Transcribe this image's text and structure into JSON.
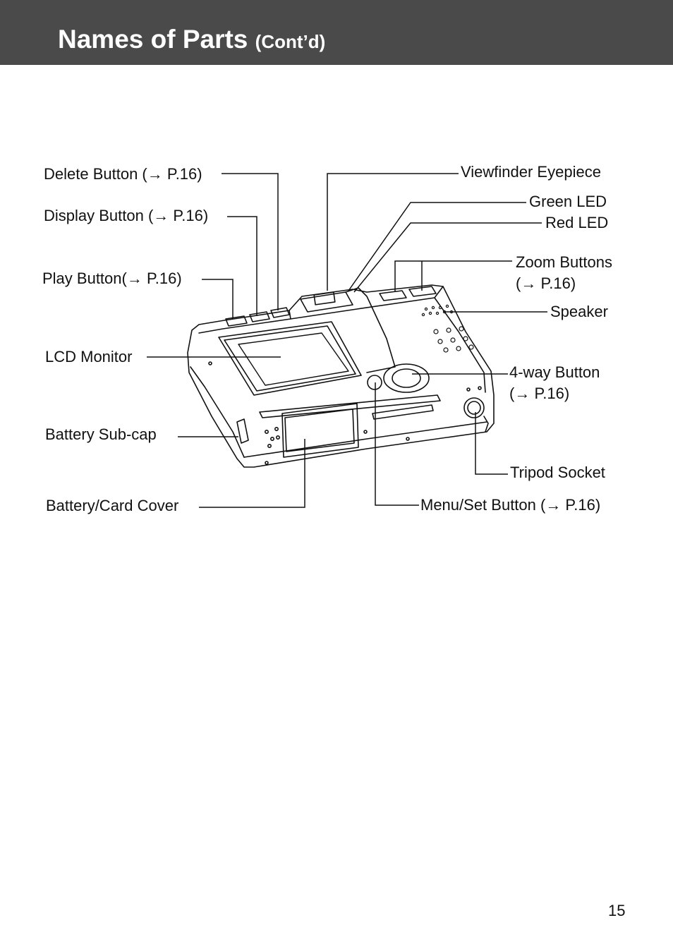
{
  "header": {
    "title": "Names of Parts",
    "subtitle": "(Cont’d)"
  },
  "labels": {
    "delete_button": "Delete Button (→ P.16)",
    "display_button": "Display Button (→ P.16)",
    "play_button": "Play Button(→ P.16)",
    "lcd_monitor": "LCD Monitor",
    "battery_sub_cap": "Battery Sub-cap",
    "battery_card_cover": "Battery/Card Cover",
    "viewfinder_eyepiece": "Viewfinder Eyepiece",
    "green_led": "Green LED",
    "red_led": "Red LED",
    "zoom_buttons_line1": "Zoom Buttons",
    "zoom_buttons_line2": "(→ P.16)",
    "speaker": "Speaker",
    "four_way_button_line1": "4-way Button",
    "four_way_button_line2": "(→ P.16)",
    "tripod_socket": "Tripod Socket",
    "menu_set_button": "Menu/Set Button (→ P.16)"
  },
  "page_number": "15",
  "colors": {
    "header_bg": "#4a4a4a",
    "header_text": "#ffffff",
    "line": "#111111"
  }
}
